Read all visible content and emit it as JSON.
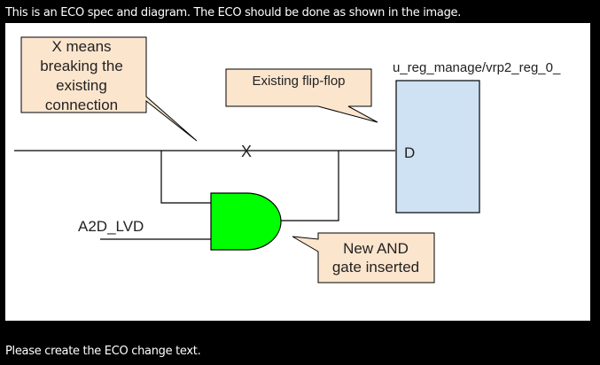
{
  "header": {
    "text": "This is an ECO spec and diagram. The ECO should be done as shown in the image."
  },
  "footer": {
    "text": "Please create the ECO change text."
  },
  "diagram": {
    "callouts": {
      "x_meaning": [
        "X means",
        "breaking the",
        "existing",
        "connection"
      ],
      "existing_ff": "Existing flip-flop",
      "new_gate": [
        "New AND",
        "gate inserted"
      ]
    },
    "flipflop": {
      "instance_name": "u_reg_manage/vrp2_reg_0_",
      "pin": "D"
    },
    "break_marker": "X",
    "input_signal": "A2D_LVD",
    "colors": {
      "callout_fill": "#fce5cd",
      "flipflop_fill": "#cfe2f3",
      "and_gate_fill": "#00ff00"
    }
  }
}
